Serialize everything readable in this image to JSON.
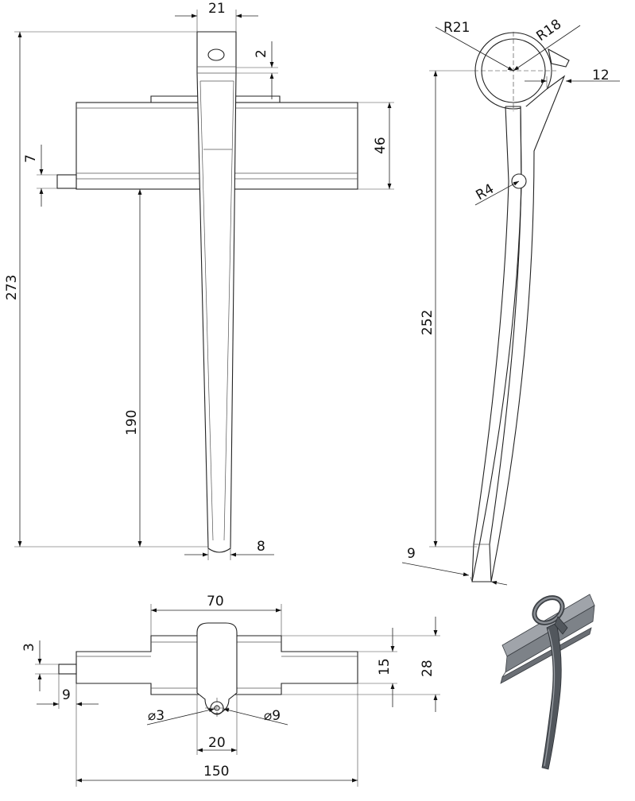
{
  "dimensions": {
    "front_top_width": "21",
    "front_step": "2",
    "front_body_height": "46",
    "front_rail": "7",
    "front_total_height": "273",
    "front_rail_to_tip": "190",
    "front_tip": "8",
    "side_r_outer": "R21",
    "side_r_inner": "R18",
    "side_offset": "12",
    "side_r_hole": "R4",
    "side_length": "252",
    "side_tip": "9",
    "top_mid_width": "70",
    "top_rail": "3",
    "top_inner_height": "15",
    "top_outer_height": "28",
    "top_left_offset": "9",
    "top_hole_small": "⌀3",
    "top_hole_large": "⌀9",
    "top_neck_width": "20",
    "top_total_width": "150"
  },
  "colors": {
    "line": "#222222",
    "iso_face": "#a0a4aa",
    "iso_dark": "#3b3f44",
    "background": "#ffffff"
  }
}
